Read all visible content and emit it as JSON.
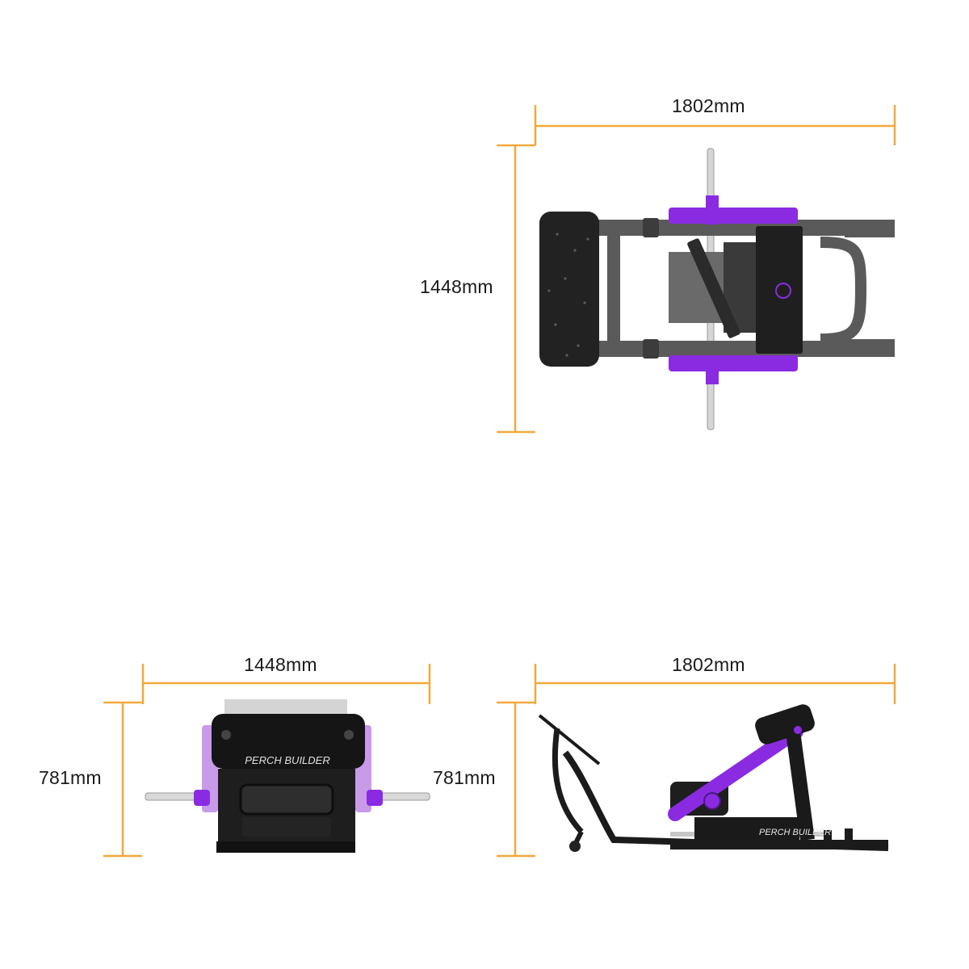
{
  "dimensions": {
    "top_view": {
      "width": "1802mm",
      "depth": "1448mm"
    },
    "front_view": {
      "width": "1448mm",
      "height": "781mm"
    },
    "side_view": {
      "length": "1802mm",
      "height": "781mm"
    }
  },
  "branding": {
    "name": "PERCH BUILDER"
  },
  "colors": {
    "dimension_line": "#f2a93b",
    "frame": "#4a4a4a",
    "accent": "#8a2be2",
    "pad": "#1c1c1c",
    "bar": "#d8d8d8"
  }
}
